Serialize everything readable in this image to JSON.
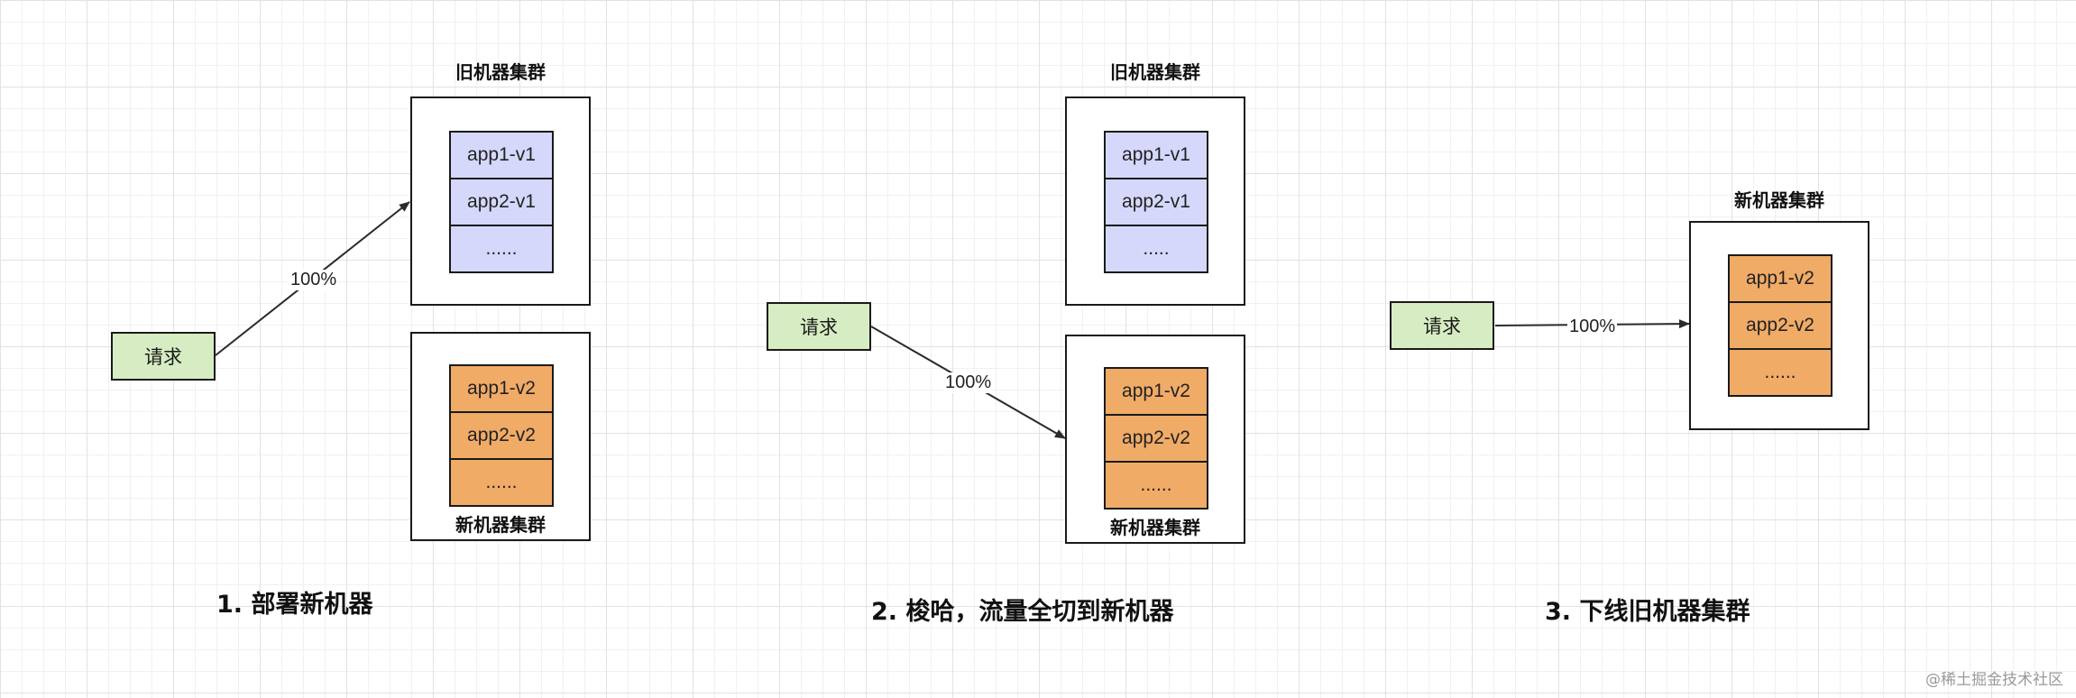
{
  "stages": [
    {
      "caption": "1. 部署新机器",
      "request": "请求",
      "percent": "100%",
      "old_cluster": {
        "label": "旧机器集群",
        "items": [
          "app1-v1",
          "app2-v1",
          "......"
        ]
      },
      "new_cluster": {
        "label": "新机器集群",
        "items": [
          "app1-v2",
          "app2-v2",
          "......"
        ]
      }
    },
    {
      "caption": "2. 梭哈，流量全切到新机器",
      "request": "请求",
      "percent": "100%",
      "old_cluster": {
        "label": "旧机器集群",
        "items": [
          "app1-v1",
          "app2-v1",
          "....."
        ]
      },
      "new_cluster": {
        "label": "新机器集群",
        "items": [
          "app1-v2",
          "app2-v2",
          "......"
        ]
      }
    },
    {
      "caption": "3. 下线旧机器集群",
      "request": "请求",
      "percent": "100%",
      "new_cluster": {
        "label": "新机器集群",
        "items": [
          "app1-v2",
          "app2-v2",
          "......"
        ]
      }
    }
  ],
  "watermark": "@稀土掘金技术社区",
  "colors": {
    "old_cell": "#d5d8fa",
    "new_cell": "#f0ab67",
    "request": "#d6ecc2",
    "line": "#2b2b2b"
  }
}
